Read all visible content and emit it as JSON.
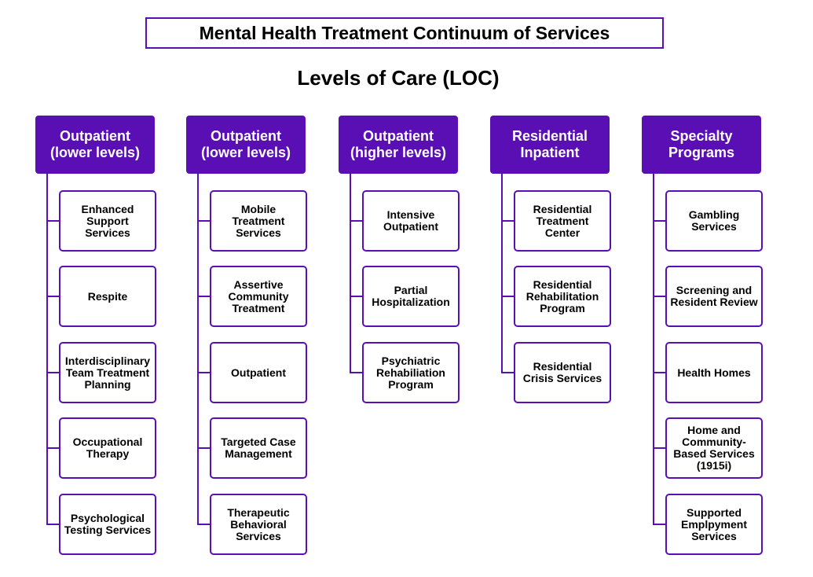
{
  "title": "Mental Health Treatment Continuum of Services",
  "subtitle": "Levels of Care (LOC)",
  "columns": [
    {
      "header": "Outpatient (lower levels)",
      "items": [
        "Enhanced Support Services",
        "Respite",
        "Interdisciplinary Team Treatment Planning",
        "Occupational Therapy",
        "Psychological Testing Services"
      ]
    },
    {
      "header": "Outpatient (lower levels)",
      "items": [
        "Mobile Treatment Services",
        "Assertive Community Treatment",
        "Outpatient",
        "Targeted Case Management",
        "Therapeutic Behavioral Services"
      ]
    },
    {
      "header": "Outpatient (higher levels)",
      "items": [
        "Intensive Outpatient",
        "Partial Hospitalization",
        "Psychiatric Rehabiliation Program"
      ]
    },
    {
      "header": "Residential Inpatient",
      "items": [
        "Residential Treatment Center",
        "Residential Rehabilitation Program",
        "Residential Crisis Services"
      ]
    },
    {
      "header": "Specialty Programs",
      "items": [
        "Gambling Services",
        "Screening and Resident Review",
        "Health Homes",
        "Home and Community-Based Services (1915i)",
        "Supported Emplpyment Services"
      ]
    }
  ],
  "colors": {
    "accent": "#5a0fb4"
  }
}
